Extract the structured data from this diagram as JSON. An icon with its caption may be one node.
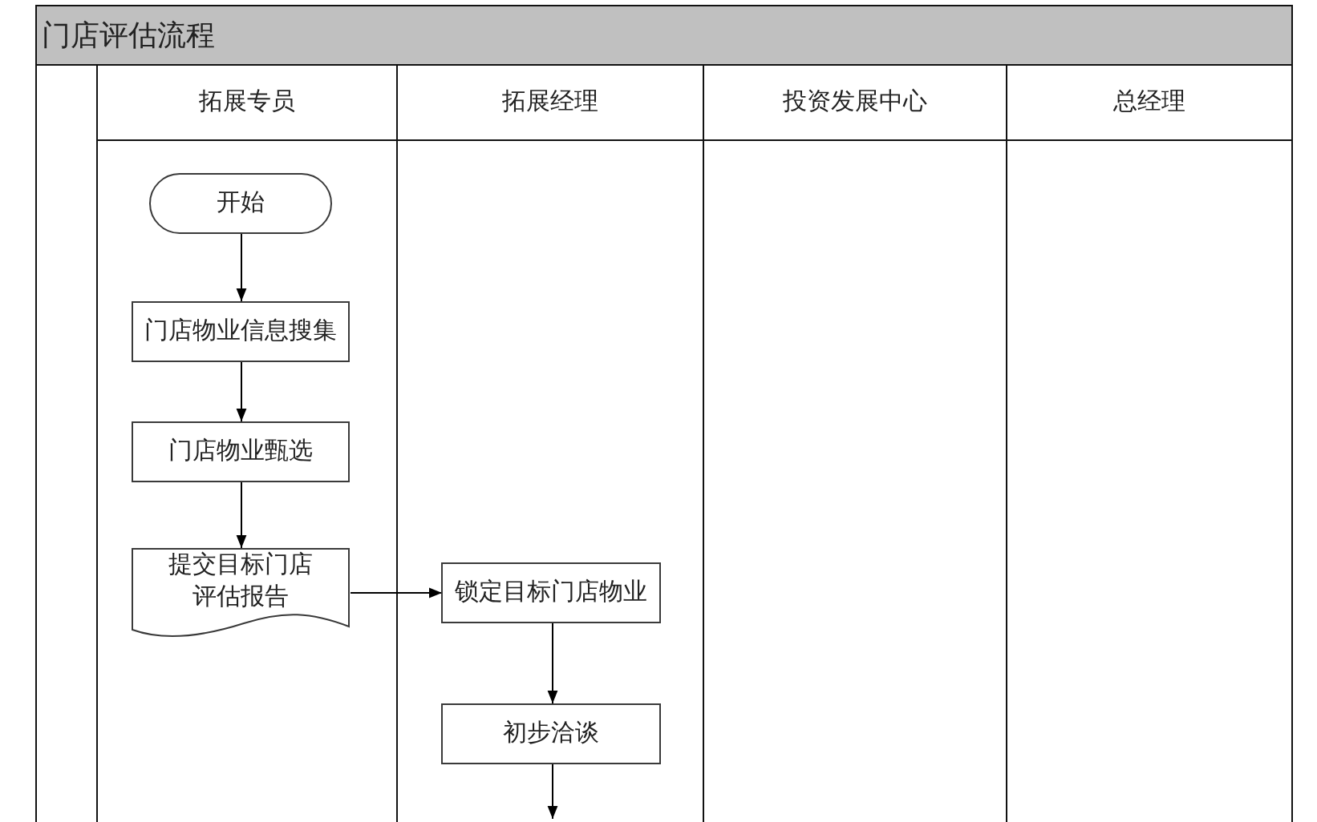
{
  "diagram": {
    "title": "门店评估流程",
    "nodes": [
      {
        "text": [
          "拓展专员"
        ]
      },
      {
        "text": [
          "拓展经理"
        ]
      },
      {
        "text": [
          "投资发展中心"
        ]
      },
      {
        "text": [
          "总经理"
        ]
      },
      {
        "text": [
          "开始"
        ],
        "in": 0
      },
      {
        "text": [
          "门店物业信息搜集"
        ],
        "in": 0
      },
      {
        "text": [
          "门店物业甄选"
        ],
        "in": 0
      },
      {
        "text": [
          "提交目标门店评估报告"
        ],
        "in": 0
      },
      {
        "text": [
          "锁定目标门店物业"
        ],
        "in": 1
      },
      {
        "text": [
          "初步洽谈"
        ],
        "in": 1
      }
    ],
    "edges": [
      {
        "from": 4,
        "to": 5,
        "arrow": "to"
      },
      {
        "from": 5,
        "to": 6,
        "arrow": "to"
      },
      {
        "from": 6,
        "to": 7,
        "arrow": "to"
      },
      {
        "from": 7,
        "to": 8,
        "arrow": "to"
      },
      {
        "from": 8,
        "to": 9,
        "arrow": "to"
      },
      {
        "from": 9,
        "to": null,
        "arrow": "to"
      }
    ]
  }
}
